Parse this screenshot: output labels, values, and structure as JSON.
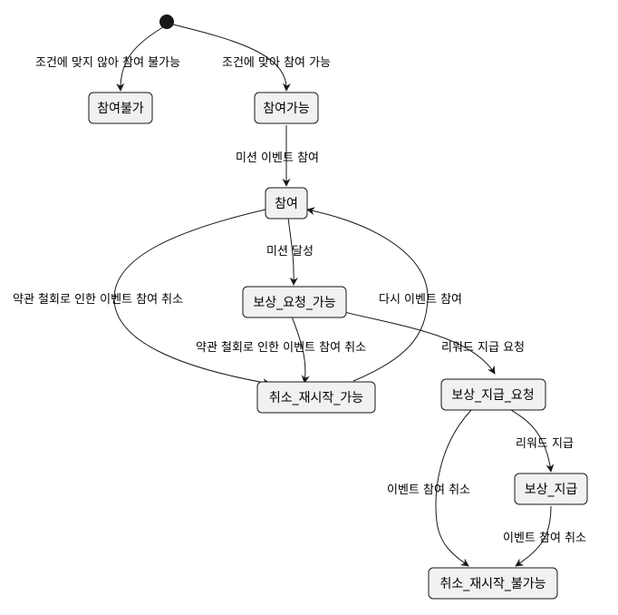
{
  "states": {
    "join_unavailable": "참여불가",
    "join_available": "참여가능",
    "joined": "참여",
    "reward_request_available": "보상_요청_가능",
    "cancel_rejoin_available": "취소_재시작_가능",
    "reward_payment_request": "보상_지급_요청",
    "reward_paid": "보상_지급",
    "cancel_rejoin_unavailable": "취소_재시작_불가능"
  },
  "transitions": {
    "start_to_unavailable": "조건에 맞지 않아 참여 불가능",
    "start_to_available": "조건에 맞아 참여 가능",
    "available_to_joined": "미션 이벤트 참여",
    "joined_to_reward_request": "미션 달성",
    "joined_to_cancel": "약관 철회로 인한 이벤트 참여 취소",
    "reward_request_to_cancel": "약관 철회로 인한 이벤트 참여 취소",
    "cancel_to_joined": "다시 이벤트 참여",
    "reward_request_to_payment_request": "리워드 지급 요청",
    "payment_request_to_paid": "리워드 지급",
    "payment_request_to_unavailable": "이벤트 참여 취소",
    "paid_to_unavailable": "이벤트 참여 취소"
  }
}
